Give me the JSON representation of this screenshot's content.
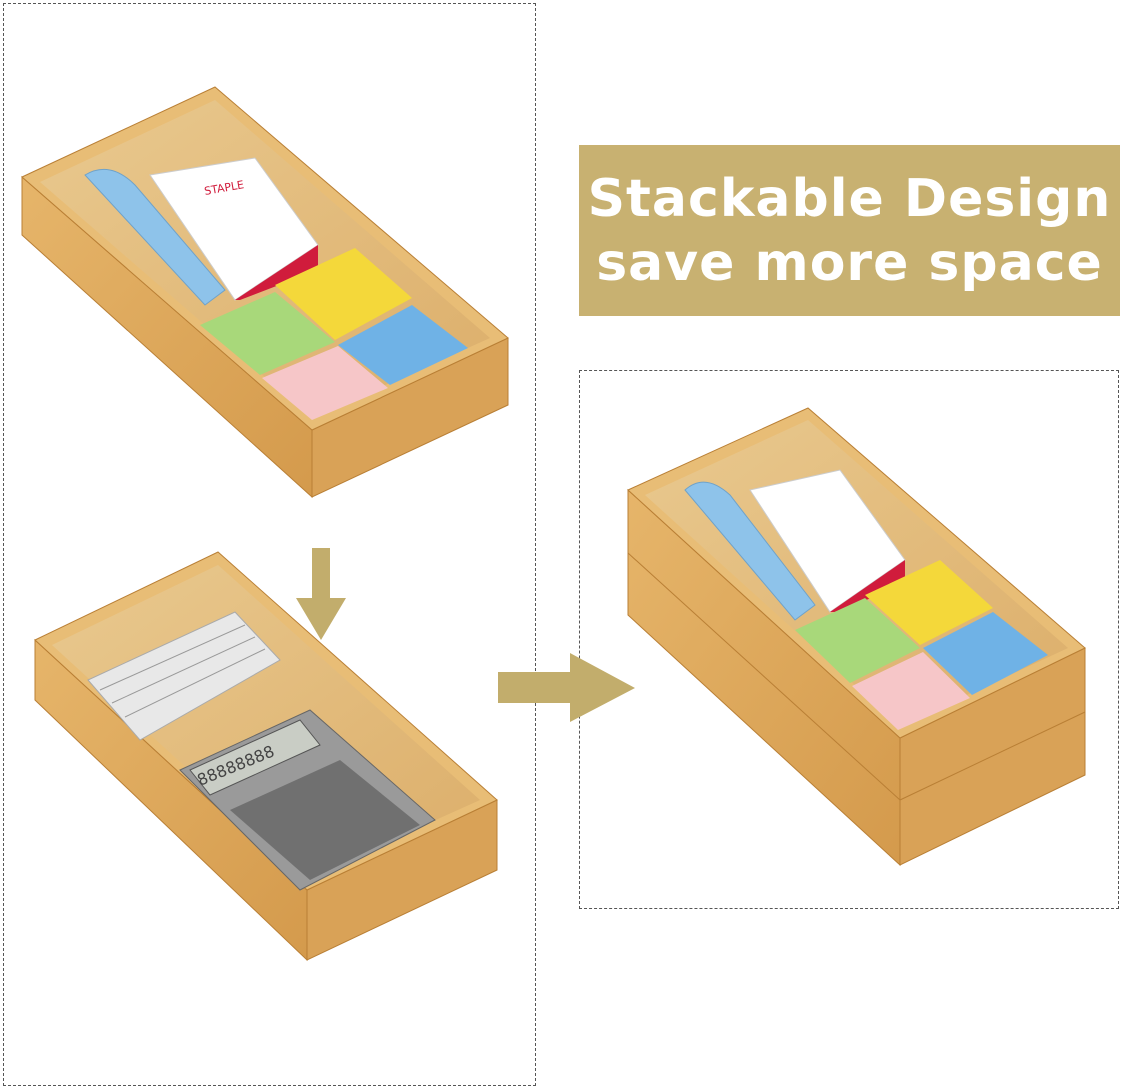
{
  "banner": {
    "line1": "Stackable Design",
    "line2": "save more space"
  },
  "product_labels": {
    "staple_box": "STAPLE",
    "calculator_display": "88888888"
  },
  "colors": {
    "banner": "#c8b171",
    "arrow": "#c2ad6c",
    "bamboo": "#deaa5c",
    "bamboo_dark": "#c88c3c"
  },
  "icons": {
    "down_arrow": "arrow-down-icon",
    "right_arrow": "arrow-right-icon"
  }
}
